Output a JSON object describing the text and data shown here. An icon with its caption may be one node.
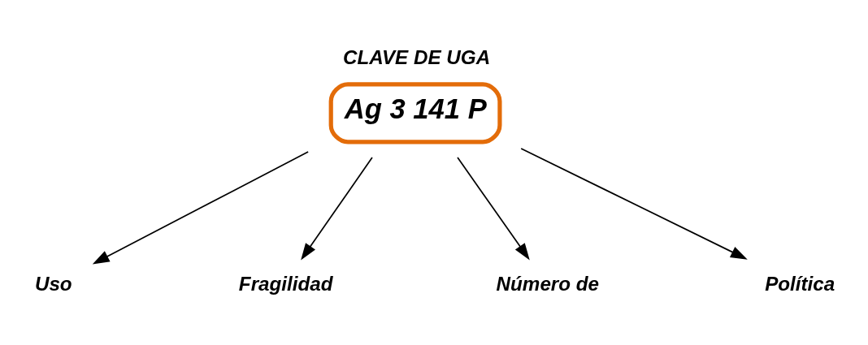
{
  "diagram": {
    "nodes": [
      {
        "text": [
          "Ag 3 141 P"
        ],
        "beside": [
          "CLAVE DE UGA"
        ]
      },
      {
        "text": [
          "Uso"
        ]
      },
      {
        "text": [
          "Fragilidad"
        ]
      },
      {
        "text": [
          "Número de"
        ]
      },
      {
        "text": [
          "Política"
        ]
      }
    ],
    "edges": [
      {
        "from": 0,
        "to": 1,
        "arrow": "to"
      },
      {
        "from": 0,
        "to": 2,
        "arrow": "to"
      },
      {
        "from": 0,
        "to": 3,
        "arrow": "to"
      },
      {
        "from": 0,
        "to": 4,
        "arrow": "to"
      }
    ]
  }
}
